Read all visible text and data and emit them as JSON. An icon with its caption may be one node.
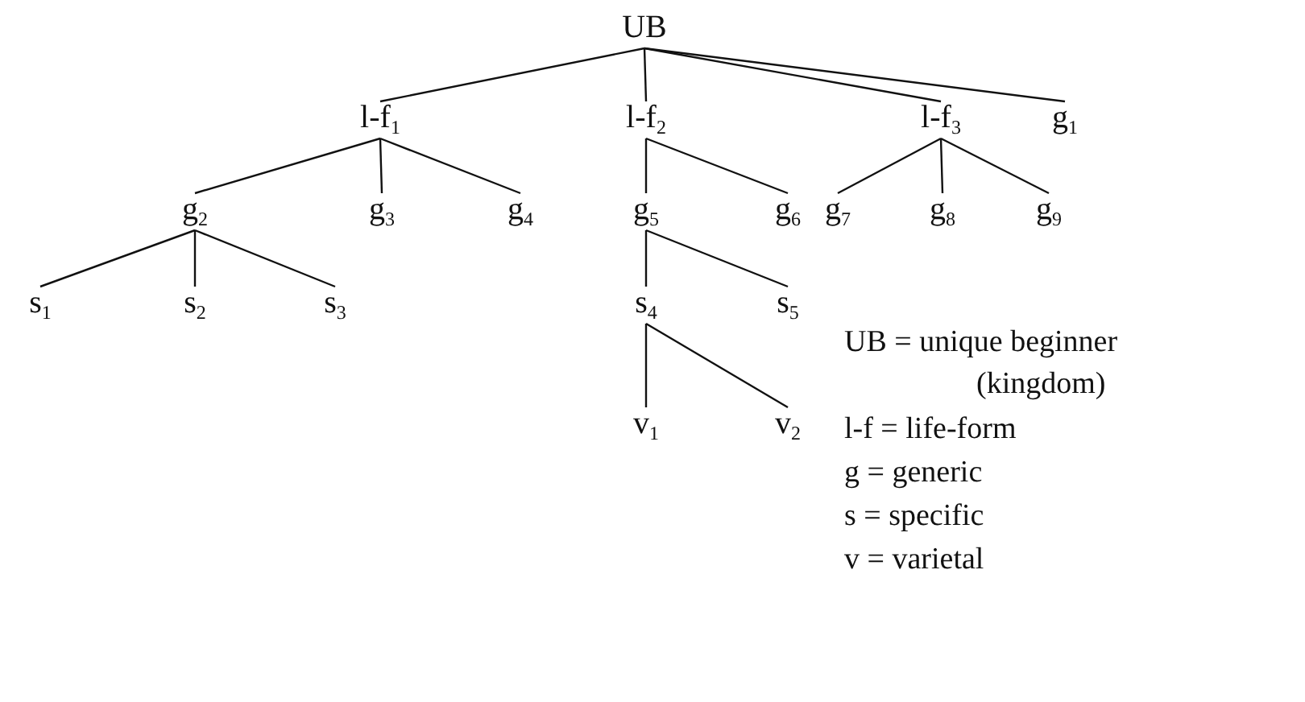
{
  "diagram": {
    "nodes": [
      {
        "text": [
          "UB"
        ]
      },
      {
        "text": [
          "l-f$_{1}$"
        ]
      },
      {
        "text": [
          "l-f$_{2}$"
        ]
      },
      {
        "text": [
          "l-f$_{3}$"
        ]
      },
      {
        "text": [
          "g$_{1}$"
        ]
      },
      {
        "text": [
          "g$_{2}$"
        ]
      },
      {
        "text": [
          "g$_{3}$"
        ]
      },
      {
        "text": [
          "g$_{4}$"
        ]
      },
      {
        "text": [
          "g$_{5}$"
        ]
      },
      {
        "text": [
          "g$_{6}$"
        ]
      },
      {
        "text": [
          "g$_{7}$"
        ]
      },
      {
        "text": [
          "g$_{8}$"
        ]
      },
      {
        "text": [
          "g$_{9}$"
        ]
      },
      {
        "text": [
          "s$_{1}$"
        ]
      },
      {
        "text": [
          "s$_{2}$"
        ]
      },
      {
        "text": [
          "s$_{3}$"
        ]
      },
      {
        "text": [
          "s$_{4}$"
        ]
      },
      {
        "text": [
          "s$_{5}$"
        ]
      },
      {
        "text": [
          "v$_{1}$"
        ]
      },
      {
        "text": [
          "v$_{2}$"
        ]
      }
    ],
    "edges": [
      {
        "from": 0,
        "to": 1,
        "arrow": "none"
      },
      {
        "from": 0,
        "to": 2,
        "arrow": "none"
      },
      {
        "from": 0,
        "to": 3,
        "arrow": "none"
      },
      {
        "from": 0,
        "to": 4,
        "arrow": "none"
      },
      {
        "from": 1,
        "to": 5,
        "arrow": "none"
      },
      {
        "from": 1,
        "to": 6,
        "arrow": "none"
      },
      {
        "from": 1,
        "to": 7,
        "arrow": "none"
      },
      {
        "from": 2,
        "to": 8,
        "arrow": "none"
      },
      {
        "from": 2,
        "to": 9,
        "arrow": "none"
      },
      {
        "from": 3,
        "to": 10,
        "arrow": "none"
      },
      {
        "from": 3,
        "to": 11,
        "arrow": "none"
      },
      {
        "from": 3,
        "to": 12,
        "arrow": "none"
      },
      {
        "from": 5,
        "to": 13,
        "arrow": "none"
      },
      {
        "from": 5,
        "to": 14,
        "arrow": "none"
      },
      {
        "from": 5,
        "to": 15,
        "arrow": "none"
      },
      {
        "from": 8,
        "to": 16,
        "arrow": "none"
      },
      {
        "from": 8,
        "to": 17,
        "arrow": "none"
      },
      {
        "from": 16,
        "to": 18,
        "arrow": "none"
      },
      {
        "from": 16,
        "to": 19,
        "arrow": "none"
      }
    ],
    "labels": [
      "UB = unique beginner",
      "(kingdom)",
      "l-f = life-form",
      "g = generic",
      "s = specific",
      "v = varietal"
    ]
  }
}
